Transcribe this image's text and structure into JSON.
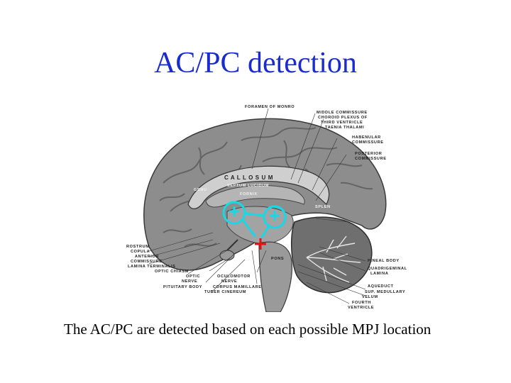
{
  "slide": {
    "title": "AC/PC detection",
    "caption": "The AC/PC are detected based on each possible MPJ location"
  },
  "figure": {
    "labels": {
      "foramen_of_monro": "FORAMEN OF MONRO",
      "middle_commissure": "MIDDLE COMMISSURE",
      "choroid_plexus_1": "CHOROID PLEXUS OF",
      "choroid_plexus_2": "THIRD VENTRICLE",
      "taenia_thalami": "TAENIA THALAMI",
      "habenular_1": "HABENULAR",
      "habenular_2": "COMMISSURE",
      "posterior_1": "POSTERIOR",
      "posterior_2": "COMMISSURE",
      "callosum": "C A L L O S U M",
      "septum": "SEPTUM LUCIDUM",
      "fornix": "FORNIX",
      "genu": "GENU",
      "rostrum": "ROSTRUM",
      "copula": "COPULA",
      "anterior_commissure_1": "ANTERIOR",
      "anterior_commissure_2": "COMMISSURE",
      "lamina_terminalis": "LAMINA TERMINALIS",
      "optic_chiasm": "OPTIC CHIASM",
      "optic_nerve_1": "OPTIC",
      "optic_nerve_2": "NERVE",
      "pituitary": "PITUITARY BODY",
      "oculomotor_1": "OCULOMOTOR",
      "oculomotor_2": "NERVE",
      "corpus_mamillare": "CORPUS MAMILLARE",
      "tuber_cinereum": "TUBER CINEREUM",
      "pineal_body": "PINEAL BODY",
      "quadrigeminal_1": "QUADRIGEMINAL",
      "quadrigeminal_2": "LAMINA",
      "aqueduct": "AQUEDUCT",
      "medullary_velum_1": "SUP. MEDULLARY",
      "medullary_velum_2": "VELUM",
      "fourth_ventricle_1": "FOURTH",
      "fourth_ventricle_2": "VENTRICLE",
      "pons": "PONS",
      "splenium": "SPLEN"
    },
    "colors": {
      "marker_cyan": "#18d8e8",
      "marker_red": "#e81010",
      "brain_gray": "#8d8d8d",
      "title_blue": "#1a2bd0"
    },
    "icons": [
      "ac-marker-icon",
      "pc-marker-icon",
      "mpj-marker-icon"
    ]
  }
}
